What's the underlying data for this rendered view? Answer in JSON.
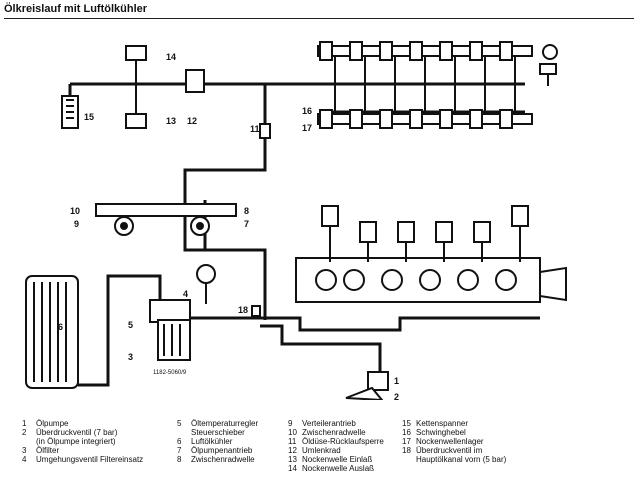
{
  "title": "Ölkreislauf mit Luftölkühler",
  "callouts": {
    "c1": "1",
    "c2": "2",
    "c3": "3",
    "c4": "4",
    "c5": "5",
    "c6": "6",
    "c7": "7",
    "c8": "8",
    "c9": "9",
    "c10": "10",
    "c11": "11",
    "c12": "12",
    "c13": "13",
    "c14": "14",
    "c15": "15",
    "c16": "16",
    "c17": "17",
    "c18": "18"
  },
  "part_code": "1182-5060/9",
  "legend": {
    "col1": [
      {
        "num": "1",
        "text": "Ölpumpe"
      },
      {
        "num": "2",
        "text": "Überdruckventil (7 bar)"
      },
      {
        "num": "",
        "text": "(in Ölpumpe integriert)"
      },
      {
        "num": "3",
        "text": "Ölfilter"
      },
      {
        "num": "4",
        "text": "Umgehungsventil Filtereinsatz"
      }
    ],
    "col2": [
      {
        "num": "5",
        "text": "Öltemperaturregler"
      },
      {
        "num": "",
        "text": "Steuerschieber"
      },
      {
        "num": "6",
        "text": "Luftölkühler"
      },
      {
        "num": "7",
        "text": "Ölpumpenantrieb"
      },
      {
        "num": "8",
        "text": "Zwischenradwelle"
      }
    ],
    "col3": [
      {
        "num": "9",
        "text": "Verteilerantrieb"
      },
      {
        "num": "10",
        "text": "Zwischenradwelle"
      },
      {
        "num": "11",
        "text": "Öldüse-Rücklaufsperre"
      },
      {
        "num": "12",
        "text": "Umlenkrad"
      },
      {
        "num": "13",
        "text": "Nockenwelle Einlaß"
      },
      {
        "num": "14",
        "text": "Nockenwelle Auslaß"
      }
    ],
    "col4": [
      {
        "num": "15",
        "text": "Kettenspanner"
      },
      {
        "num": "16",
        "text": "Schwinghebel"
      },
      {
        "num": "17",
        "text": "Nockenwellenlager"
      },
      {
        "num": "18",
        "text": "Überdruckventil im"
      },
      {
        "num": "",
        "text": "Hauptölkanal vorn (5 bar)"
      }
    ]
  }
}
